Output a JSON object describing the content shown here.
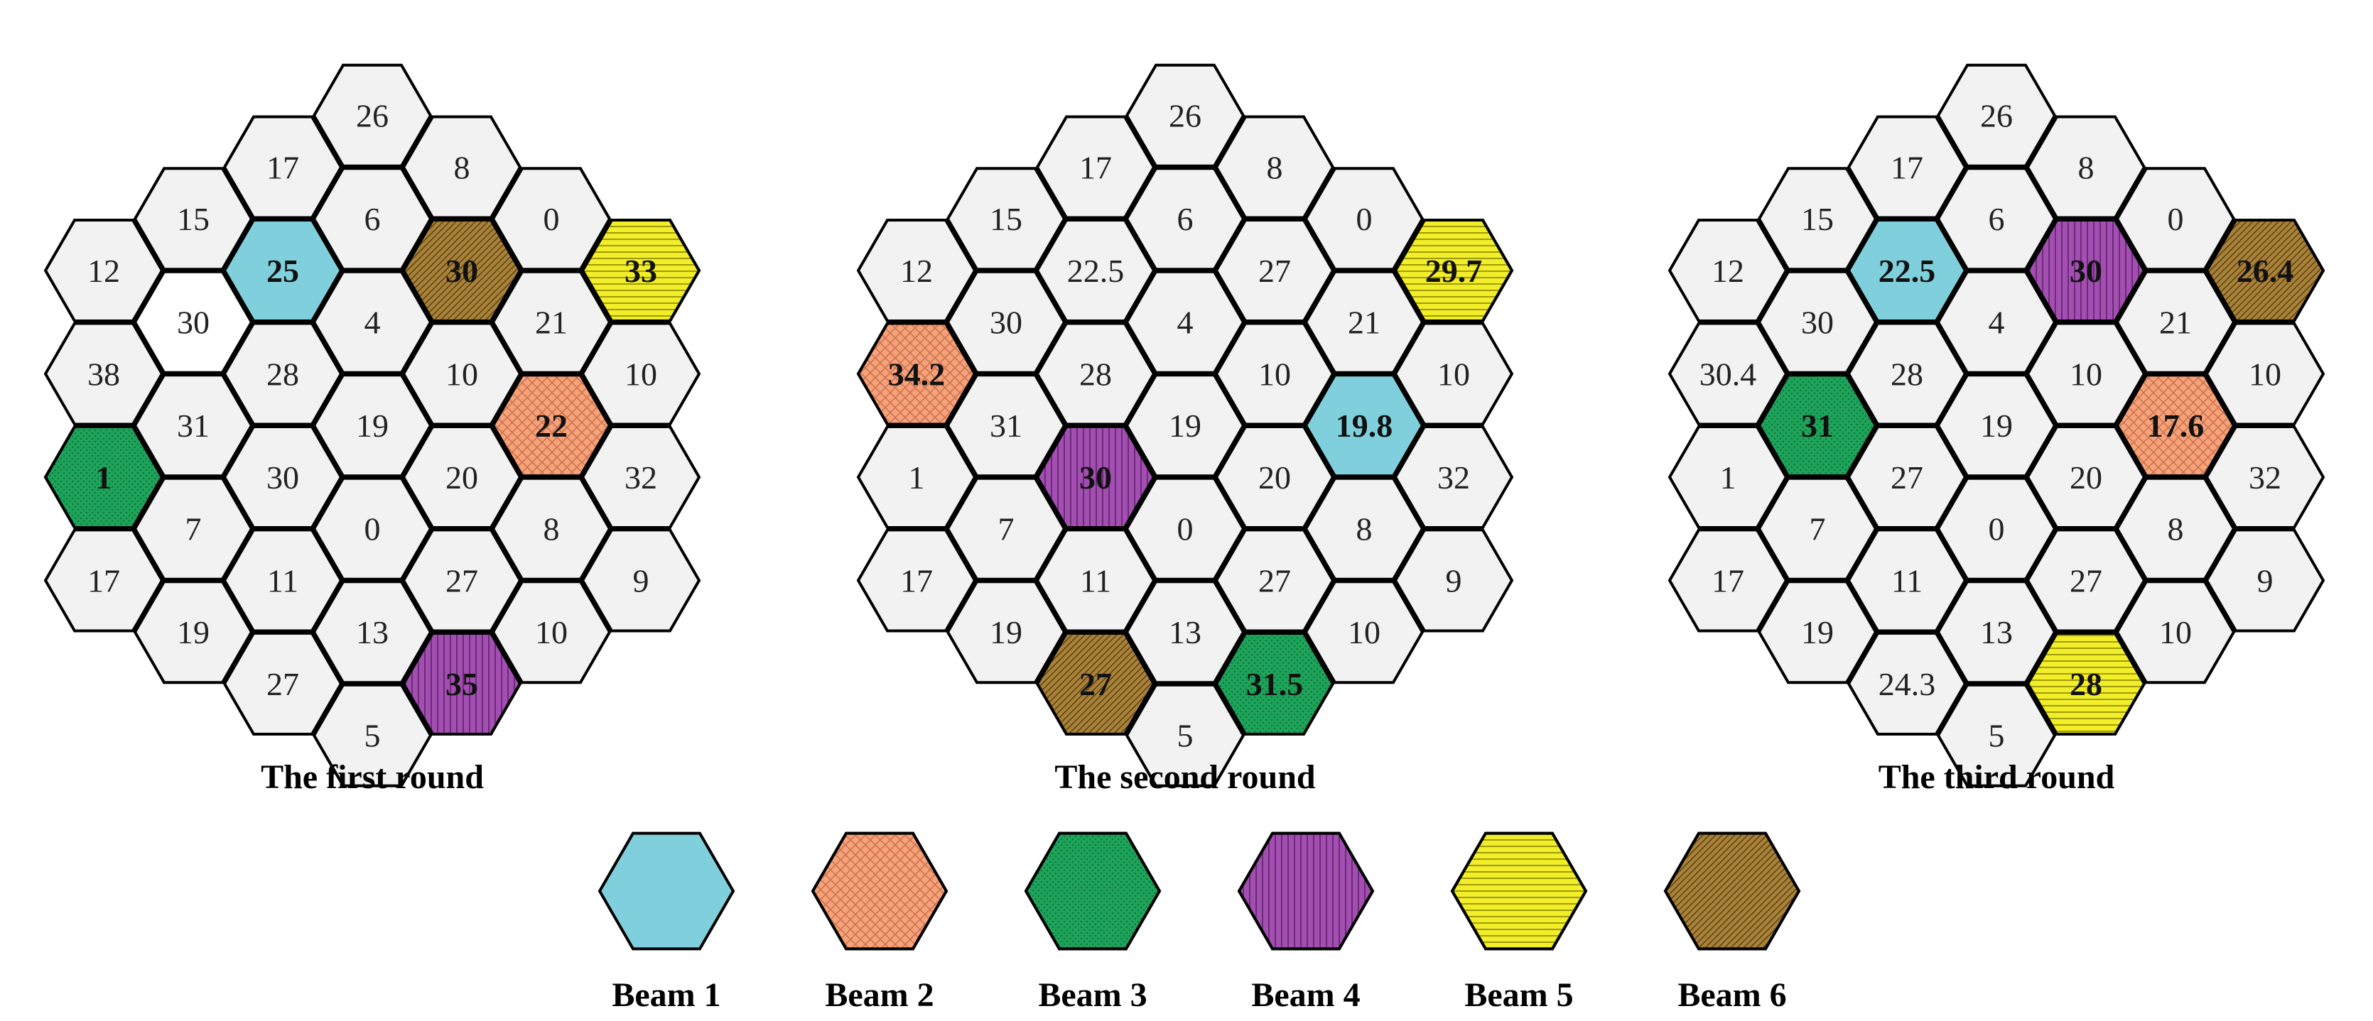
{
  "colors": {
    "empty": "#f2f2f2",
    "blank": "#ffffff",
    "stroke": "#000000",
    "beam1": "#7fd0dc",
    "beam2": "#f7a27a",
    "beam3": "#1ea35a",
    "beam4": "#a24fb1",
    "beam5": "#f2ee2a",
    "beam6": "#a9823a"
  },
  "legend": [
    {
      "label": "Beam 1",
      "fill": "#7fd0dc",
      "pattern": "none"
    },
    {
      "label": "Beam 2",
      "fill": "#f7a27a",
      "pattern": "crosshatch"
    },
    {
      "label": "Beam 3",
      "fill": "#1ea35a",
      "pattern": "dots"
    },
    {
      "label": "Beam 4",
      "fill": "#a24fb1",
      "pattern": "vertical"
    },
    {
      "label": "Beam 5",
      "fill": "#f2ee2a",
      "pattern": "horizontal"
    },
    {
      "label": "Beam 6",
      "fill": "#a9823a",
      "pattern": "diagonal"
    }
  ],
  "rounds": [
    {
      "caption": "The first round",
      "columns": [
        [
          "12",
          "38",
          "1",
          "17"
        ],
        [
          "15",
          "30",
          "31",
          "7",
          "19"
        ],
        [
          "17",
          "25",
          "28",
          "30",
          "11",
          "27"
        ],
        [
          "26",
          "6",
          "4",
          "19",
          "0",
          "13",
          "5"
        ],
        [
          "8",
          "30",
          "10",
          "20",
          "27",
          "35"
        ],
        [
          "0",
          "21",
          "22",
          "8",
          "10"
        ],
        [
          "33",
          "10",
          "32",
          "9"
        ]
      ],
      "beams": [
        [
          0,
          0,
          3,
          0,
          0,
          0,
          0
        ],
        [
          0,
          0,
          0,
          0,
          0,
          0,
          0
        ],
        [
          0,
          1,
          0,
          0,
          0,
          0,
          0
        ],
        [
          0,
          0,
          0,
          0,
          0,
          0,
          0
        ],
        [
          0,
          6,
          0,
          0,
          0,
          4,
          0
        ],
        [
          0,
          0,
          2,
          0,
          0,
          0,
          0
        ],
        [
          5,
          0,
          0,
          0,
          0,
          0,
          0
        ]
      ],
      "blank": [
        [
          1,
          1
        ]
      ]
    },
    {
      "caption": "The second round",
      "columns": [
        [
          "12",
          "34.2",
          "1",
          "17"
        ],
        [
          "15",
          "30",
          "31",
          "7",
          "19"
        ],
        [
          "17",
          "22.5",
          "28",
          "30",
          "11",
          "27"
        ],
        [
          "26",
          "6",
          "4",
          "19",
          "0",
          "13",
          "5"
        ],
        [
          "8",
          "27",
          "10",
          "20",
          "27",
          "31.5"
        ],
        [
          "0",
          "21",
          "19.8",
          "8",
          "10"
        ],
        [
          "29.7",
          "10",
          "32",
          "9"
        ]
      ],
      "beams": [
        [
          0,
          2,
          0,
          0,
          0,
          0,
          0
        ],
        [
          0,
          0,
          0,
          0,
          0,
          0,
          0
        ],
        [
          0,
          0,
          0,
          4,
          0,
          6,
          0
        ],
        [
          0,
          0,
          0,
          0,
          0,
          0,
          0
        ],
        [
          0,
          0,
          0,
          0,
          0,
          3,
          0
        ],
        [
          0,
          0,
          1,
          0,
          0,
          0,
          0
        ],
        [
          5,
          0,
          0,
          0,
          0,
          0,
          0
        ]
      ],
      "blank": []
    },
    {
      "caption": "The third round",
      "columns": [
        [
          "12",
          "30.4",
          "1",
          "17"
        ],
        [
          "15",
          "30",
          "31",
          "7",
          "19"
        ],
        [
          "17",
          "22.5",
          "28",
          "27",
          "11",
          "24.3"
        ],
        [
          "26",
          "6",
          "4",
          "19",
          "0",
          "13",
          "5"
        ],
        [
          "8",
          "30",
          "10",
          "20",
          "27",
          "28"
        ],
        [
          "0",
          "21",
          "17.6",
          "8",
          "10"
        ],
        [
          "26.4",
          "10",
          "32",
          "9"
        ]
      ],
      "beams": [
        [
          0,
          0,
          0,
          0,
          0,
          0,
          0
        ],
        [
          0,
          0,
          3,
          0,
          0,
          0,
          0
        ],
        [
          0,
          1,
          0,
          0,
          0,
          0,
          0
        ],
        [
          0,
          0,
          0,
          0,
          0,
          0,
          0
        ],
        [
          0,
          4,
          0,
          0,
          0,
          5,
          0
        ],
        [
          0,
          0,
          2,
          0,
          0,
          0,
          0
        ],
        [
          6,
          0,
          0,
          0,
          0,
          0,
          0
        ]
      ],
      "blank": []
    }
  ]
}
